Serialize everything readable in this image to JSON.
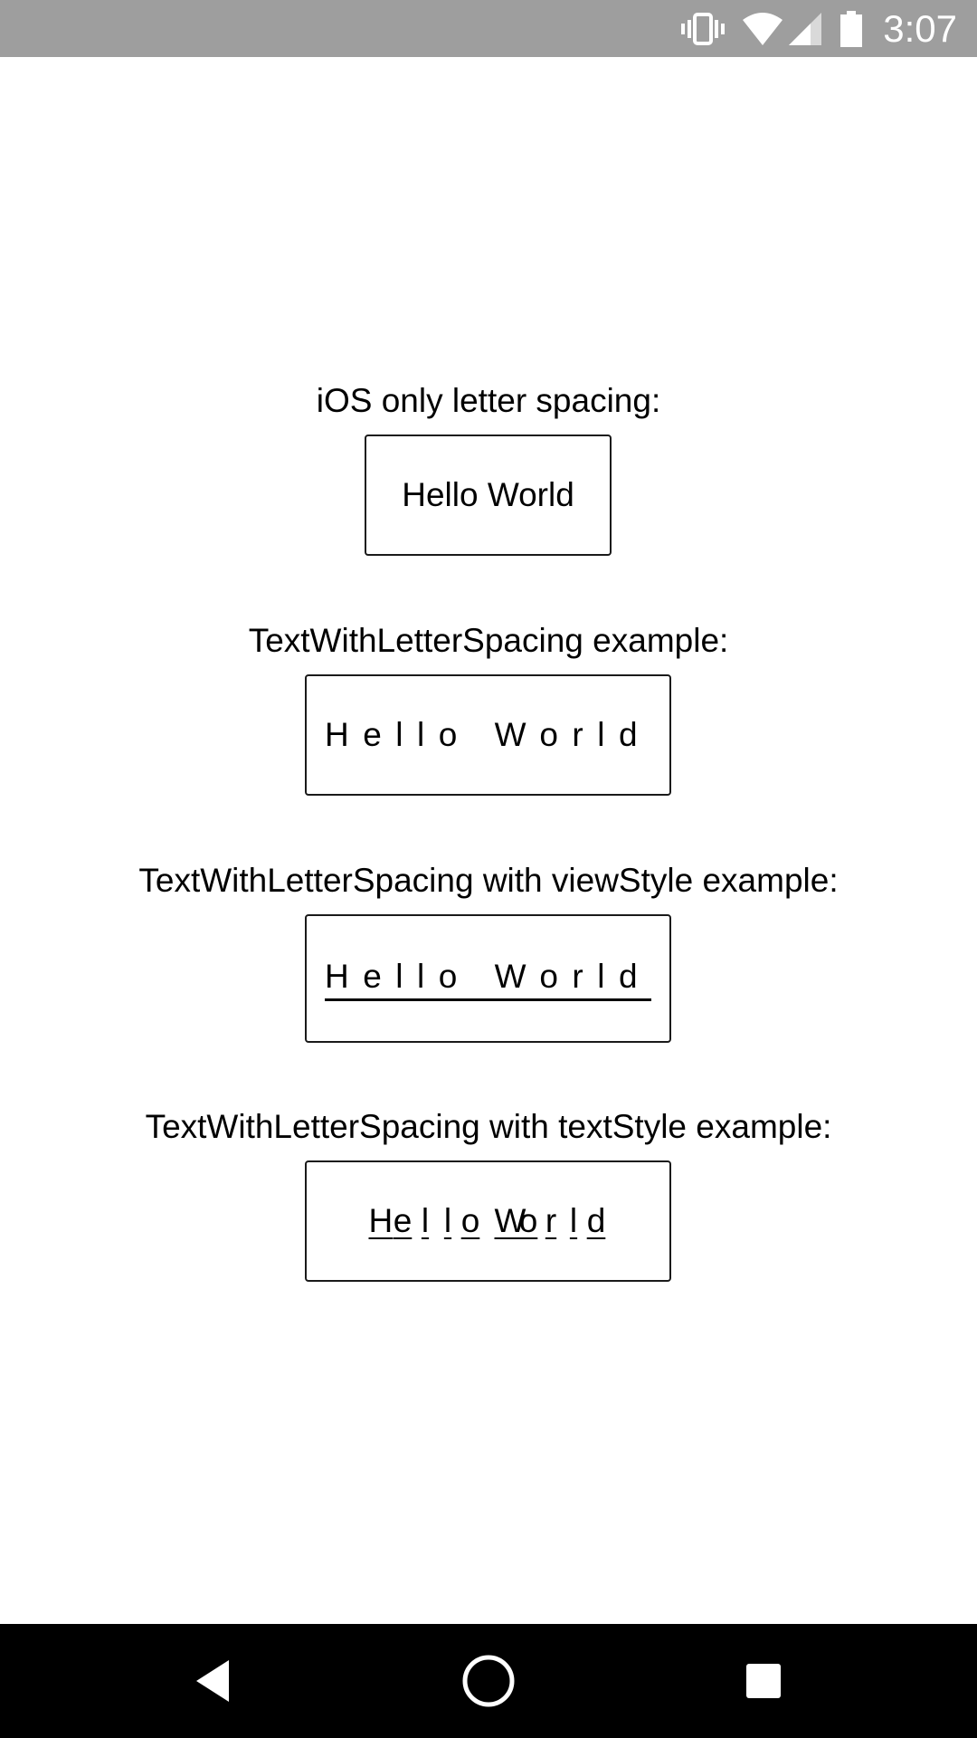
{
  "status_bar": {
    "time": "3:07",
    "icons": [
      "vibrate-icon",
      "wifi-icon",
      "cellular-signal-icon",
      "battery-icon"
    ],
    "background": "#9e9e9e"
  },
  "sections": [
    {
      "label": "iOS only letter spacing:",
      "text": "Hello World"
    },
    {
      "label": "TextWithLetterSpacing example:",
      "text": "Hello World"
    },
    {
      "label": "TextWithLetterSpacing with viewStyle example:",
      "text": "Hello World"
    },
    {
      "label": "TextWithLetterSpacing with textStyle example:",
      "text": "Hello World",
      "chars": [
        "H",
        "e",
        "l",
        "l",
        "o",
        " ",
        "W",
        "o",
        "r",
        "l",
        "d"
      ]
    }
  ],
  "nav_bar": {
    "buttons": [
      "back-button",
      "home-button",
      "recents-button"
    ],
    "background": "#000000"
  }
}
